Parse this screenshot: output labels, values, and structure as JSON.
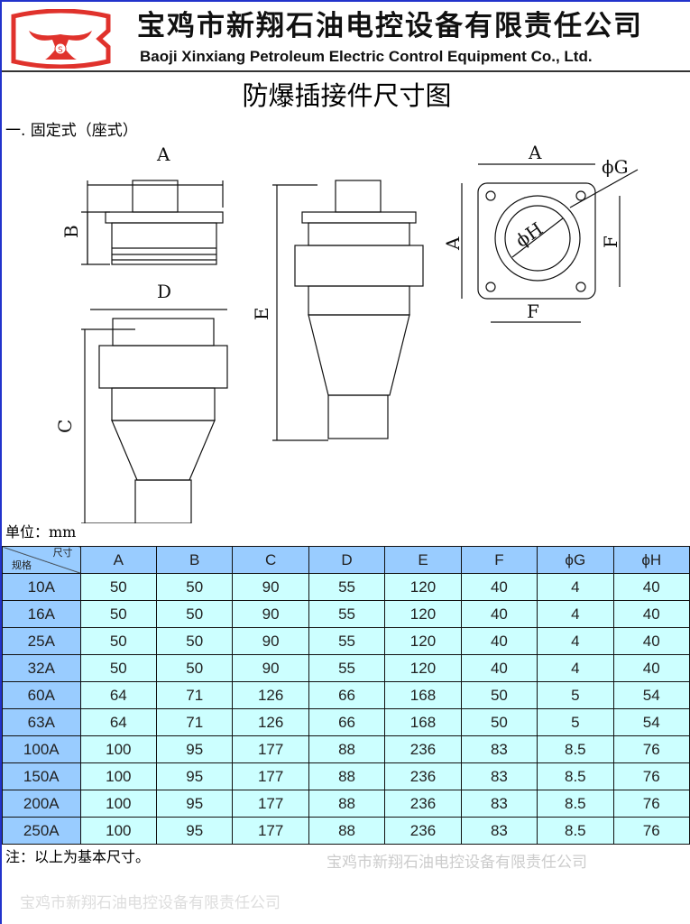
{
  "header": {
    "company_cn": "宝鸡市新翔石油电控设备有限责任公司",
    "company_en": "Baoji Xinxiang Petroleum Electric Control Equipment Co., Ltd.",
    "logo_letter": "S",
    "brand_color": "#e0322c"
  },
  "title": "防爆插接件尺寸图",
  "section": "一. 固定式（座式）",
  "watermark": "宝鸡市新翔石油电控设备有限责任公司",
  "dims": {
    "A": "A",
    "B": "B",
    "C": "C",
    "D": "D",
    "E": "E",
    "F": "F",
    "G": "ϕG",
    "H": "ϕH"
  },
  "unit": "单位：mm",
  "table": {
    "corner_top": "尺寸",
    "corner_bottom": "规格",
    "headers": [
      "A",
      "B",
      "C",
      "D",
      "E",
      "F",
      "ϕG",
      "ϕH"
    ],
    "rows": [
      [
        "10A",
        "50",
        "50",
        "90",
        "55",
        "120",
        "40",
        "4",
        "40"
      ],
      [
        "16A",
        "50",
        "50",
        "90",
        "55",
        "120",
        "40",
        "4",
        "40"
      ],
      [
        "25A",
        "50",
        "50",
        "90",
        "55",
        "120",
        "40",
        "4",
        "40"
      ],
      [
        "32A",
        "50",
        "50",
        "90",
        "55",
        "120",
        "40",
        "4",
        "40"
      ],
      [
        "60A",
        "64",
        "71",
        "126",
        "66",
        "168",
        "50",
        "5",
        "54"
      ],
      [
        "63A",
        "64",
        "71",
        "126",
        "66",
        "168",
        "50",
        "5",
        "54"
      ],
      [
        "100A",
        "100",
        "95",
        "177",
        "88",
        "236",
        "83",
        "8.5",
        "76"
      ],
      [
        "150A",
        "100",
        "95",
        "177",
        "88",
        "236",
        "83",
        "8.5",
        "76"
      ],
      [
        "200A",
        "100",
        "95",
        "177",
        "88",
        "236",
        "83",
        "8.5",
        "76"
      ],
      [
        "250A",
        "100",
        "95",
        "177",
        "88",
        "236",
        "83",
        "8.5",
        "76"
      ]
    ],
    "header_color": "#99ccff",
    "cell_color": "#ccffff"
  },
  "note": "注：以上为基本尺寸。"
}
